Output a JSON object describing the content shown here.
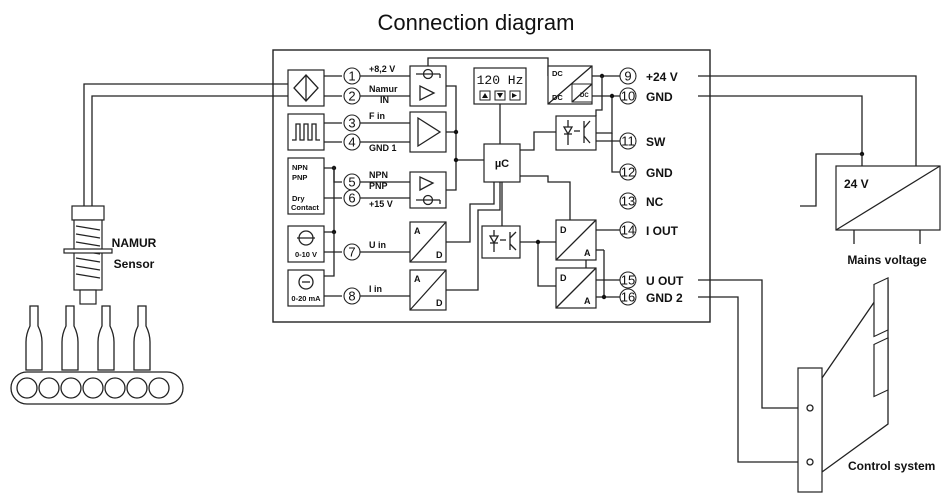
{
  "title": "Connection diagram",
  "terminals": [
    {
      "num": "1",
      "label": "+8,2 V"
    },
    {
      "num": "2",
      "label": "Namur",
      "label2": "IN"
    },
    {
      "num": "3",
      "label": "F in"
    },
    {
      "num": "4",
      "label": "GND 1"
    },
    {
      "num": "5",
      "label": "NPN",
      "label2": "PNP"
    },
    {
      "num": "6",
      "label": "+15 V"
    },
    {
      "num": "7",
      "label": "U in"
    },
    {
      "num": "8",
      "label": "I in"
    },
    {
      "num": "9",
      "label": "+24  V"
    },
    {
      "num": "10",
      "label": "GND"
    },
    {
      "num": "11",
      "label": "SW"
    },
    {
      "num": "12",
      "label": "GND"
    },
    {
      "num": "13",
      "label": "NC"
    },
    {
      "num": "14",
      "label": "I OUT"
    },
    {
      "num": "15",
      "label": "U OUT"
    },
    {
      "num": "16",
      "label": "GND 2"
    }
  ],
  "inputs": {
    "npn": "NPN",
    "pnp": "PNP",
    "dry1": "Dry",
    "dry2": "Contact",
    "volt": "0-10 V",
    "curr": "0-20 mA"
  },
  "converters": {
    "a": "A",
    "d": "D",
    "dc": "DC",
    "uc": "µC"
  },
  "display": "120 Hz",
  "sensor": {
    "line1": "NAMUR",
    "line2": "Sensor"
  },
  "power": {
    "voltage": "24 V",
    "label": "Mains voltage"
  },
  "control": "Control system"
}
